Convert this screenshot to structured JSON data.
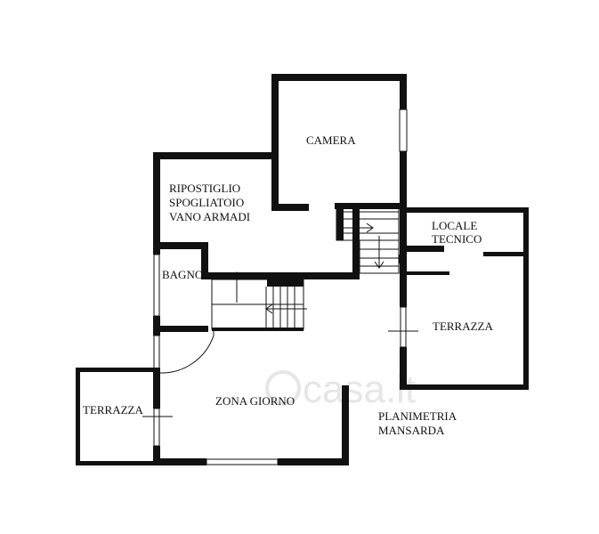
{
  "plan": {
    "rooms": {
      "camera": "CAMERA",
      "ripostiglio_line1": "RIPOSTIGLIO",
      "ripostiglio_line2": "SPOGLIATOIO",
      "ripostiglio_line3": "VANO ARMADI",
      "locale_line1": "LOCALE",
      "locale_line2": "TECNICO",
      "bagno": "BAGNO",
      "terrazza_right": "TERRAZZA",
      "terrazza_left": "TERRAZZA",
      "zona_giorno": "ZONA GIORNO"
    },
    "caption_line1": "PLANIMETRIA",
    "caption_line2": "MANSARDA",
    "watermark": "casa.it"
  },
  "colors": {
    "wall": "#111111",
    "background": "#ffffff",
    "watermark": "#e6e6e6"
  }
}
